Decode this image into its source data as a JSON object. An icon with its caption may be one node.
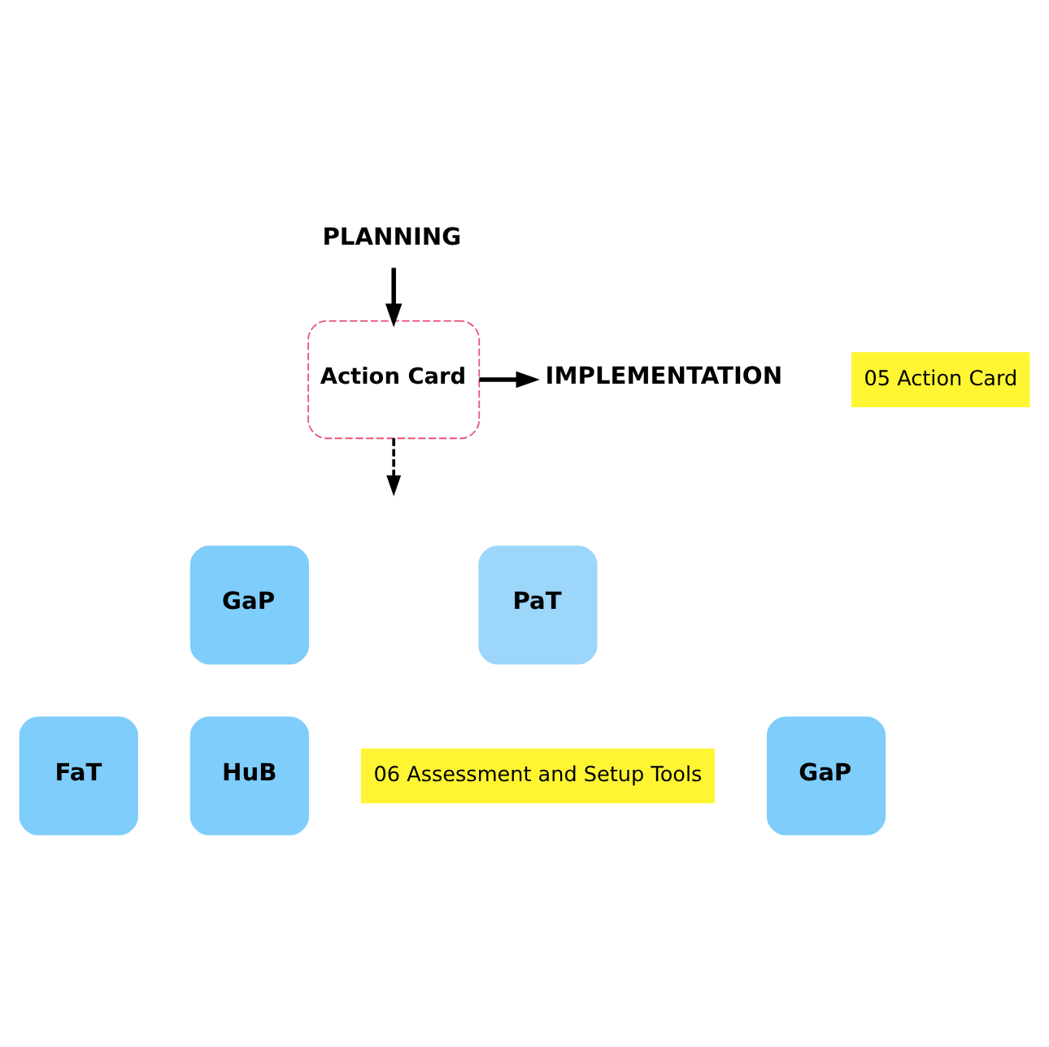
{
  "diagram": {
    "nodes": [
      {
        "text": [
          "PLANNING"
        ]
      },
      {
        "text": [
          "05 Action Card"
        ]
      },
      {
        "text": [
          "IMPLEMENTATION"
        ]
      },
      {
        "text": [
          "Action Card"
        ]
      },
      {
        "text": [
          "GaP"
        ]
      },
      {
        "text": [
          "PaT"
        ]
      },
      {
        "text": [
          "FaT"
        ]
      },
      {
        "text": [
          "06 Assessment and Setup Tools"
        ]
      },
      {
        "text": [
          "GaP"
        ]
      },
      {
        "text": [
          "HuB"
        ]
      }
    ],
    "edges": [
      {
        "from": 0,
        "to": 3,
        "arrow": "to"
      },
      {
        "from": 3,
        "to": 2,
        "arrow": "to"
      },
      {
        "from": 3,
        "to": null,
        "arrow": "to",
        "style": "dashed"
      }
    ]
  }
}
